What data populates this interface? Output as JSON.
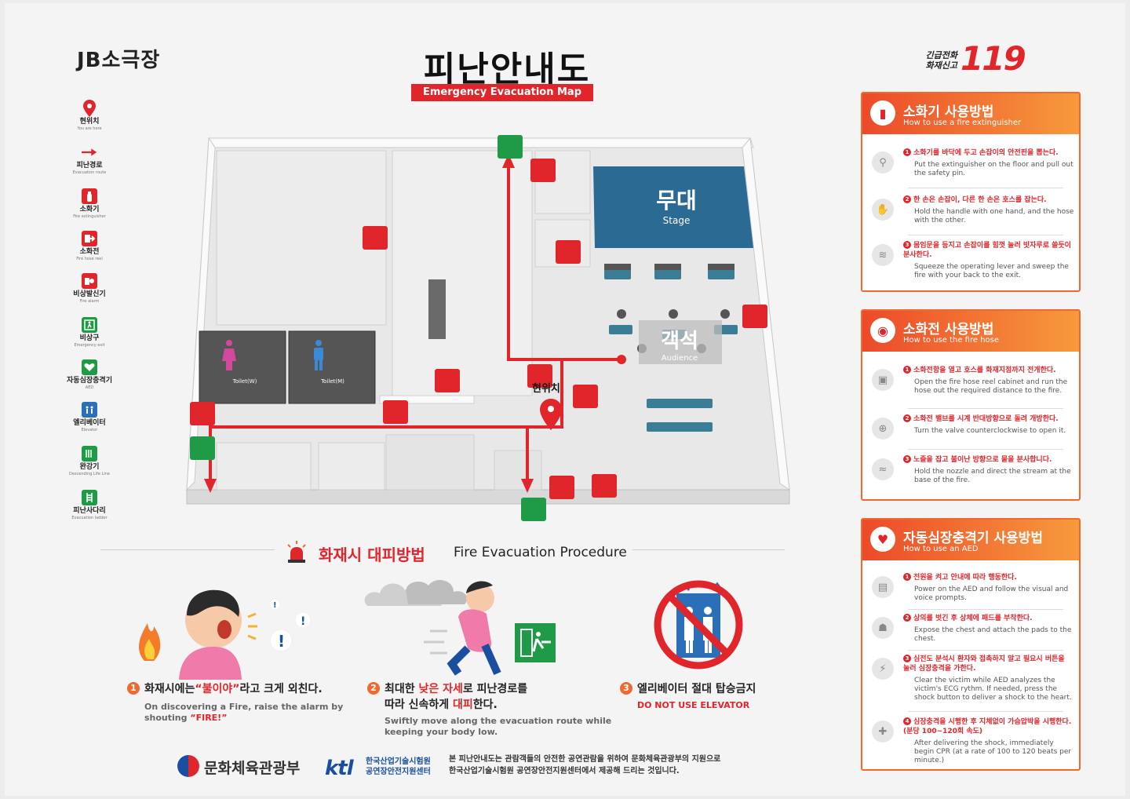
{
  "header": {
    "venue": "JB소극장",
    "title": "피난안내도",
    "subtitle": "Emergency Evacuation Map",
    "hotline_text_1": "긴급전화",
    "hotline_text_2": "화재신고",
    "hotline_number": "119"
  },
  "legend": [
    {
      "label": "현위치",
      "sub": "You are here",
      "icon": "location-pin-icon",
      "color": "#e0252b"
    },
    {
      "label": "피난경로",
      "sub": "Evacuation route",
      "icon": "arrow-right-icon",
      "color": "#e0252b"
    },
    {
      "label": "소화기",
      "sub": "Fire extinguisher",
      "icon": "fire-extinguisher-icon",
      "color": "#e0252b"
    },
    {
      "label": "소화전",
      "sub": "Fire hose reel",
      "icon": "fire-hose-icon",
      "color": "#e0252b"
    },
    {
      "label": "비상발신기",
      "sub": "Fire alarm",
      "icon": "fire-alarm-icon",
      "color": "#e0252b"
    },
    {
      "label": "비상구",
      "sub": "Emergency exit",
      "icon": "emergency-exit-icon",
      "color": "#1f9a46"
    },
    {
      "label": "자동심장충격기",
      "sub": "AED",
      "icon": "aed-icon",
      "color": "#1f9a46"
    },
    {
      "label": "엘리베이터",
      "sub": "Elevator",
      "icon": "elevator-icon",
      "color": "#2a6fb8"
    },
    {
      "label": "완강기",
      "sub": "Descending Life Line",
      "icon": "descending-lifeline-icon",
      "color": "#1f9a46"
    },
    {
      "label": "피난사다리",
      "sub": "Evacuation ladder",
      "icon": "evacuation-ladder-icon",
      "color": "#1f9a46"
    }
  ],
  "plan": {
    "stage_ko": "무대",
    "stage_en": "Stage",
    "audience_ko": "객석",
    "audience_en": "Audience",
    "toilet_w": "Toilet(W)",
    "toilet_m": "Toilet(M)",
    "you_are_here": "현위치"
  },
  "panels": {
    "extinguisher": {
      "title": "소화기 사용방법",
      "subtitle": "How to use a fire extinguisher",
      "steps": [
        {
          "num": "1",
          "ko": "소화기를 바닥에 두고 손잡이의 안전핀을 뽑는다.",
          "en": "Put the extinguisher on the floor and pull out the safety pin."
        },
        {
          "num": "2",
          "ko": "한 손은 손잡이, 다른 한 손은 호스를 잡는다.",
          "en": "Hold the handle with one hand, and the hose with the other."
        },
        {
          "num": "3",
          "ko": "몸임문을 등지고 손잡이를 힘껏 눌러 빗자루로 쓸듯이 분사한다.",
          "en": "Squeeze the operating lever and sweep the fire with your back to the exit."
        }
      ]
    },
    "hose": {
      "title": "소화전 사용방법",
      "subtitle": "How to use the fire hose",
      "steps": [
        {
          "num": "1",
          "ko": "소화전함을 열고 호스를 화재지점까지 전개한다.",
          "en": "Open the fire hose reel cabinet and run the hose out the required distance to the fire."
        },
        {
          "num": "2",
          "ko": "소화전 밸브를 시계 반대방향으로 돌려 개방한다.",
          "en": "Turn the valve counterclockwise to open it."
        },
        {
          "num": "3",
          "ko": "노즐을 잡고 불이난 방향으로 물을 분사합니다.",
          "en": "Hold the nozzle and direct the stream at the base of the fire."
        }
      ]
    },
    "aed": {
      "title": "자동심장충격기 사용방법",
      "subtitle": "How to use an AED",
      "steps": [
        {
          "num": "1",
          "ko": "전원을 켜고 안내에 따라 행동한다.",
          "en": "Power on the AED and follow the visual and voice prompts."
        },
        {
          "num": "2",
          "ko": "상의를 벗긴 후 상체에 패드를 부착한다.",
          "en": "Expose the chest and attach the pads to the chest."
        },
        {
          "num": "3",
          "ko": "심전도 분석시 환자와 접촉하지 말고 필요시 버튼을 눌러 심장충격을 가한다.",
          "en": "Clear the victim while AED analyzes the victim's ECG rythm. If needed, press the shock button to deliver a shock to the heart."
        },
        {
          "num": "4",
          "ko": "심장충격을 시행한 후 지체없이 가슴압박을 시행한다. (분당 100~120회 속도)",
          "en": "After delivering the shock, immediately begin CPR (at a rate of 100 to 120 beats per minute.)"
        }
      ]
    }
  },
  "procedure": {
    "title_ko": "화재시 대피방법",
    "title_en": "Fire Evacuation Procedure",
    "step1_ko_a": "화재시에는",
    "step1_ko_red": "“불이야”",
    "step1_ko_b": "라고 크게 외친다.",
    "step1_en_a": "On discovering a Fire, raise the alarm by",
    "step1_en_b": "shouting",
    "step1_en_red": "“FIRE!”",
    "step2_ko_a": "최대한",
    "step2_ko_red1": "낮은 자세",
    "step2_ko_b": "로 피난경로를",
    "step2_ko_c": "따라 신속하게",
    "step2_ko_red2": "대피",
    "step2_ko_d": "한다.",
    "step2_en_a": "Swiftly move along the evacuation route while",
    "step2_en_b": "keeping your body low.",
    "step3_ko": "엘리베이터 절대 탑승금지",
    "step3_en": "DO NOT USE ELEVATOR"
  },
  "footer": {
    "ministry": "문화체육관광부",
    "ktl": "ktl",
    "ktl_name_1": "한국산업기술시험원",
    "ktl_name_2": "공연장안전지원센터",
    "note_1": "본 피난안내도는 관람객들의 안전한 공연관람을 위하여 문화체육관광부의 지원으로",
    "note_2": "한국산업기술시험원 공연장안전지원센터에서 제공해 드리는 것입니다."
  }
}
